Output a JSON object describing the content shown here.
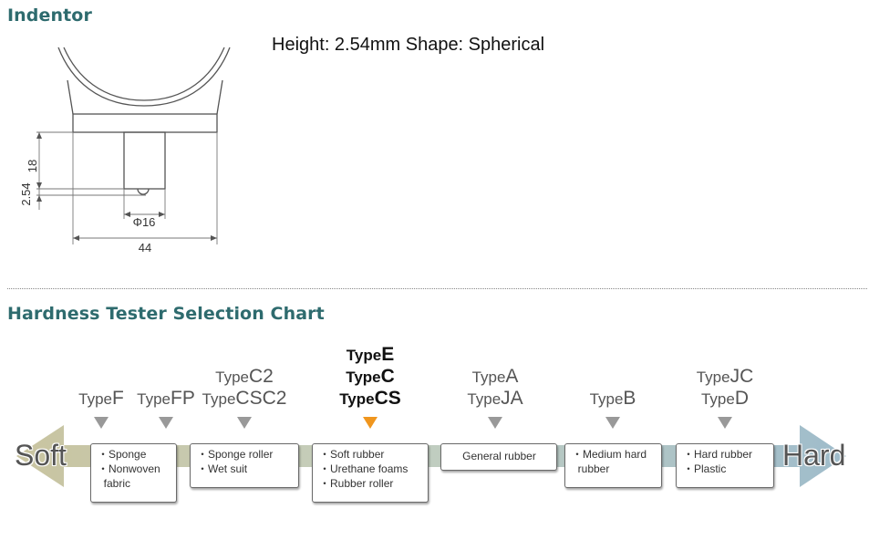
{
  "indentor": {
    "title": "Indentor",
    "spec": "Height: 2.54mm Shape: Spherical",
    "dims": {
      "h1": "18",
      "h2": "2.54",
      "d": "Φ16",
      "w": "44"
    }
  },
  "chart": {
    "title": "Hardness Tester Selection Chart",
    "soft_label": "Soft",
    "hard_label": "Hard",
    "highlight_color": "#f0961e",
    "groups": [
      {
        "lines": [
          [
            "Type",
            "F"
          ]
        ],
        "emphasis": false
      },
      {
        "lines": [
          [
            "Type",
            "FP"
          ]
        ],
        "emphasis": false
      },
      {
        "lines": [
          [
            "Type",
            "C2"
          ],
          [
            "Type",
            "CSC2"
          ]
        ],
        "emphasis": false
      },
      {
        "lines": [
          [
            "Type",
            "E"
          ],
          [
            "Type",
            "C"
          ],
          [
            "Type",
            "CS"
          ]
        ],
        "emphasis": true
      },
      {
        "lines": [
          [
            "Type",
            "A"
          ],
          [
            "Type",
            "JA"
          ]
        ],
        "emphasis": false
      },
      {
        "lines": [
          [
            "Type",
            "B"
          ]
        ],
        "emphasis": false
      },
      {
        "lines": [
          [
            "Type",
            "JC"
          ],
          [
            "Type",
            "D"
          ]
        ],
        "emphasis": false
      }
    ],
    "boxes": [
      [
        "・Sponge",
        "・Nonwoven",
        "  fabric"
      ],
      [
        "・Sponge roller",
        "・Wet suit"
      ],
      [
        "・Soft rubber",
        "・Urethane foams",
        "・Rubber roller"
      ],
      [
        "General rubber"
      ],
      [
        "・Medium hard",
        "  rubber"
      ],
      [
        "・Hard rubber",
        "・Plastic"
      ]
    ]
  }
}
